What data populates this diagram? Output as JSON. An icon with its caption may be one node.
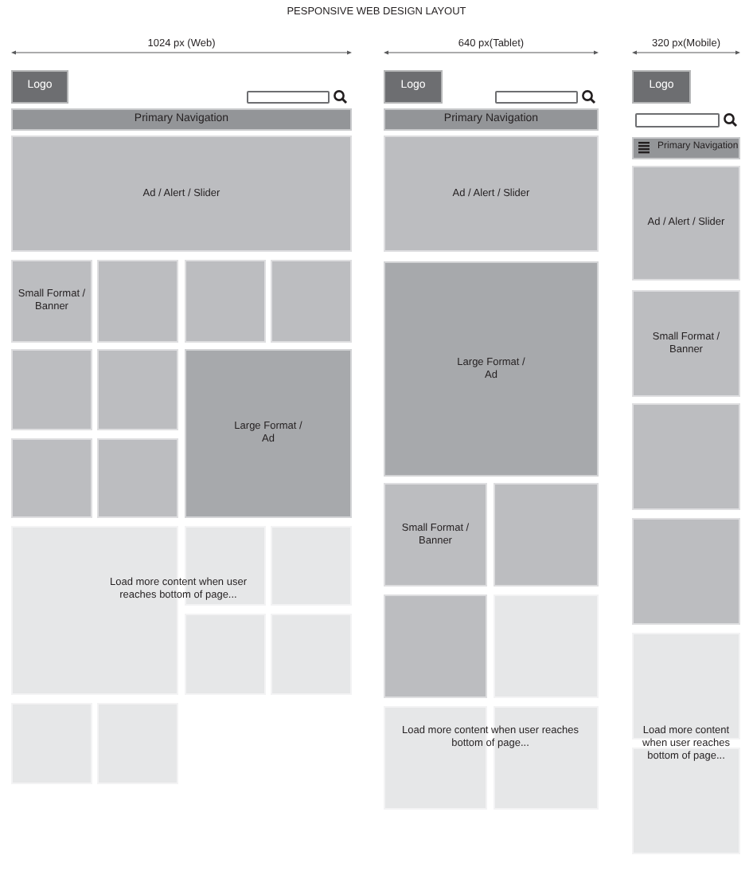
{
  "diagram": {
    "title": "PESPONSIVE WEB DESIGN LAYOUT",
    "nodes": [
      {
        "text": [
          "Logo"
        ]
      },
      {
        "text": [
          "Primary Navigation"
        ]
      },
      {
        "text": [
          "Ad / Alert / Slider"
        ]
      },
      {
        "text": [
          "Small Format / Banner"
        ]
      },
      {
        "text": [],
        "shape": "box"
      },
      {
        "text": [],
        "shape": "box"
      },
      {
        "text": [],
        "shape": "box"
      },
      {
        "text": [],
        "shape": "box"
      },
      {
        "text": [],
        "shape": "box"
      },
      {
        "text": [
          "Large Format / Ad"
        ]
      },
      {
        "text": [],
        "shape": "box"
      },
      {
        "text": [],
        "shape": "box"
      },
      {
        "text": [],
        "shape": "box"
      },
      {
        "text": [],
        "shape": "box"
      },
      {
        "text": [],
        "shape": "box"
      },
      {
        "text": [],
        "shape": "box"
      },
      {
        "text": [],
        "shape": "box"
      },
      {
        "text": [],
        "shape": "box"
      },
      {
        "text": [],
        "shape": "box"
      },
      {
        "text": [
          "Logo"
        ]
      },
      {
        "text": [
          "Primary Navigation"
        ]
      },
      {
        "text": [
          "Ad / Alert / Slider"
        ]
      },
      {
        "text": [
          "Large Format / Ad"
        ]
      },
      {
        "text": [
          "Small Format / Banner"
        ]
      },
      {
        "text": [],
        "shape": "box"
      },
      {
        "text": [],
        "shape": "box"
      },
      {
        "text": [],
        "shape": "box"
      },
      {
        "text": [],
        "shape": "box"
      },
      {
        "text": [],
        "shape": "box"
      },
      {
        "text": [
          "Logo"
        ]
      },
      {
        "text": [
          "Primary Navigation"
        ]
      },
      {
        "text": [
          "Ad / Alert / Slider"
        ]
      },
      {
        "text": [
          "Small Format / Banner"
        ]
      },
      {
        "text": [],
        "shape": "box"
      },
      {
        "text": [],
        "shape": "box"
      },
      {
        "text": [],
        "shape": "box"
      },
      {
        "text": [],
        "shape": "box"
      }
    ],
    "labels": [
      "1024 px (Web)",
      "640 px(Tablet)",
      "320 px(Mobile)",
      "Load more content when user reaches bottom of page...",
      "Load more content when user reaches bottom of page...",
      "Load more content when user reaches bottom of page..."
    ]
  }
}
